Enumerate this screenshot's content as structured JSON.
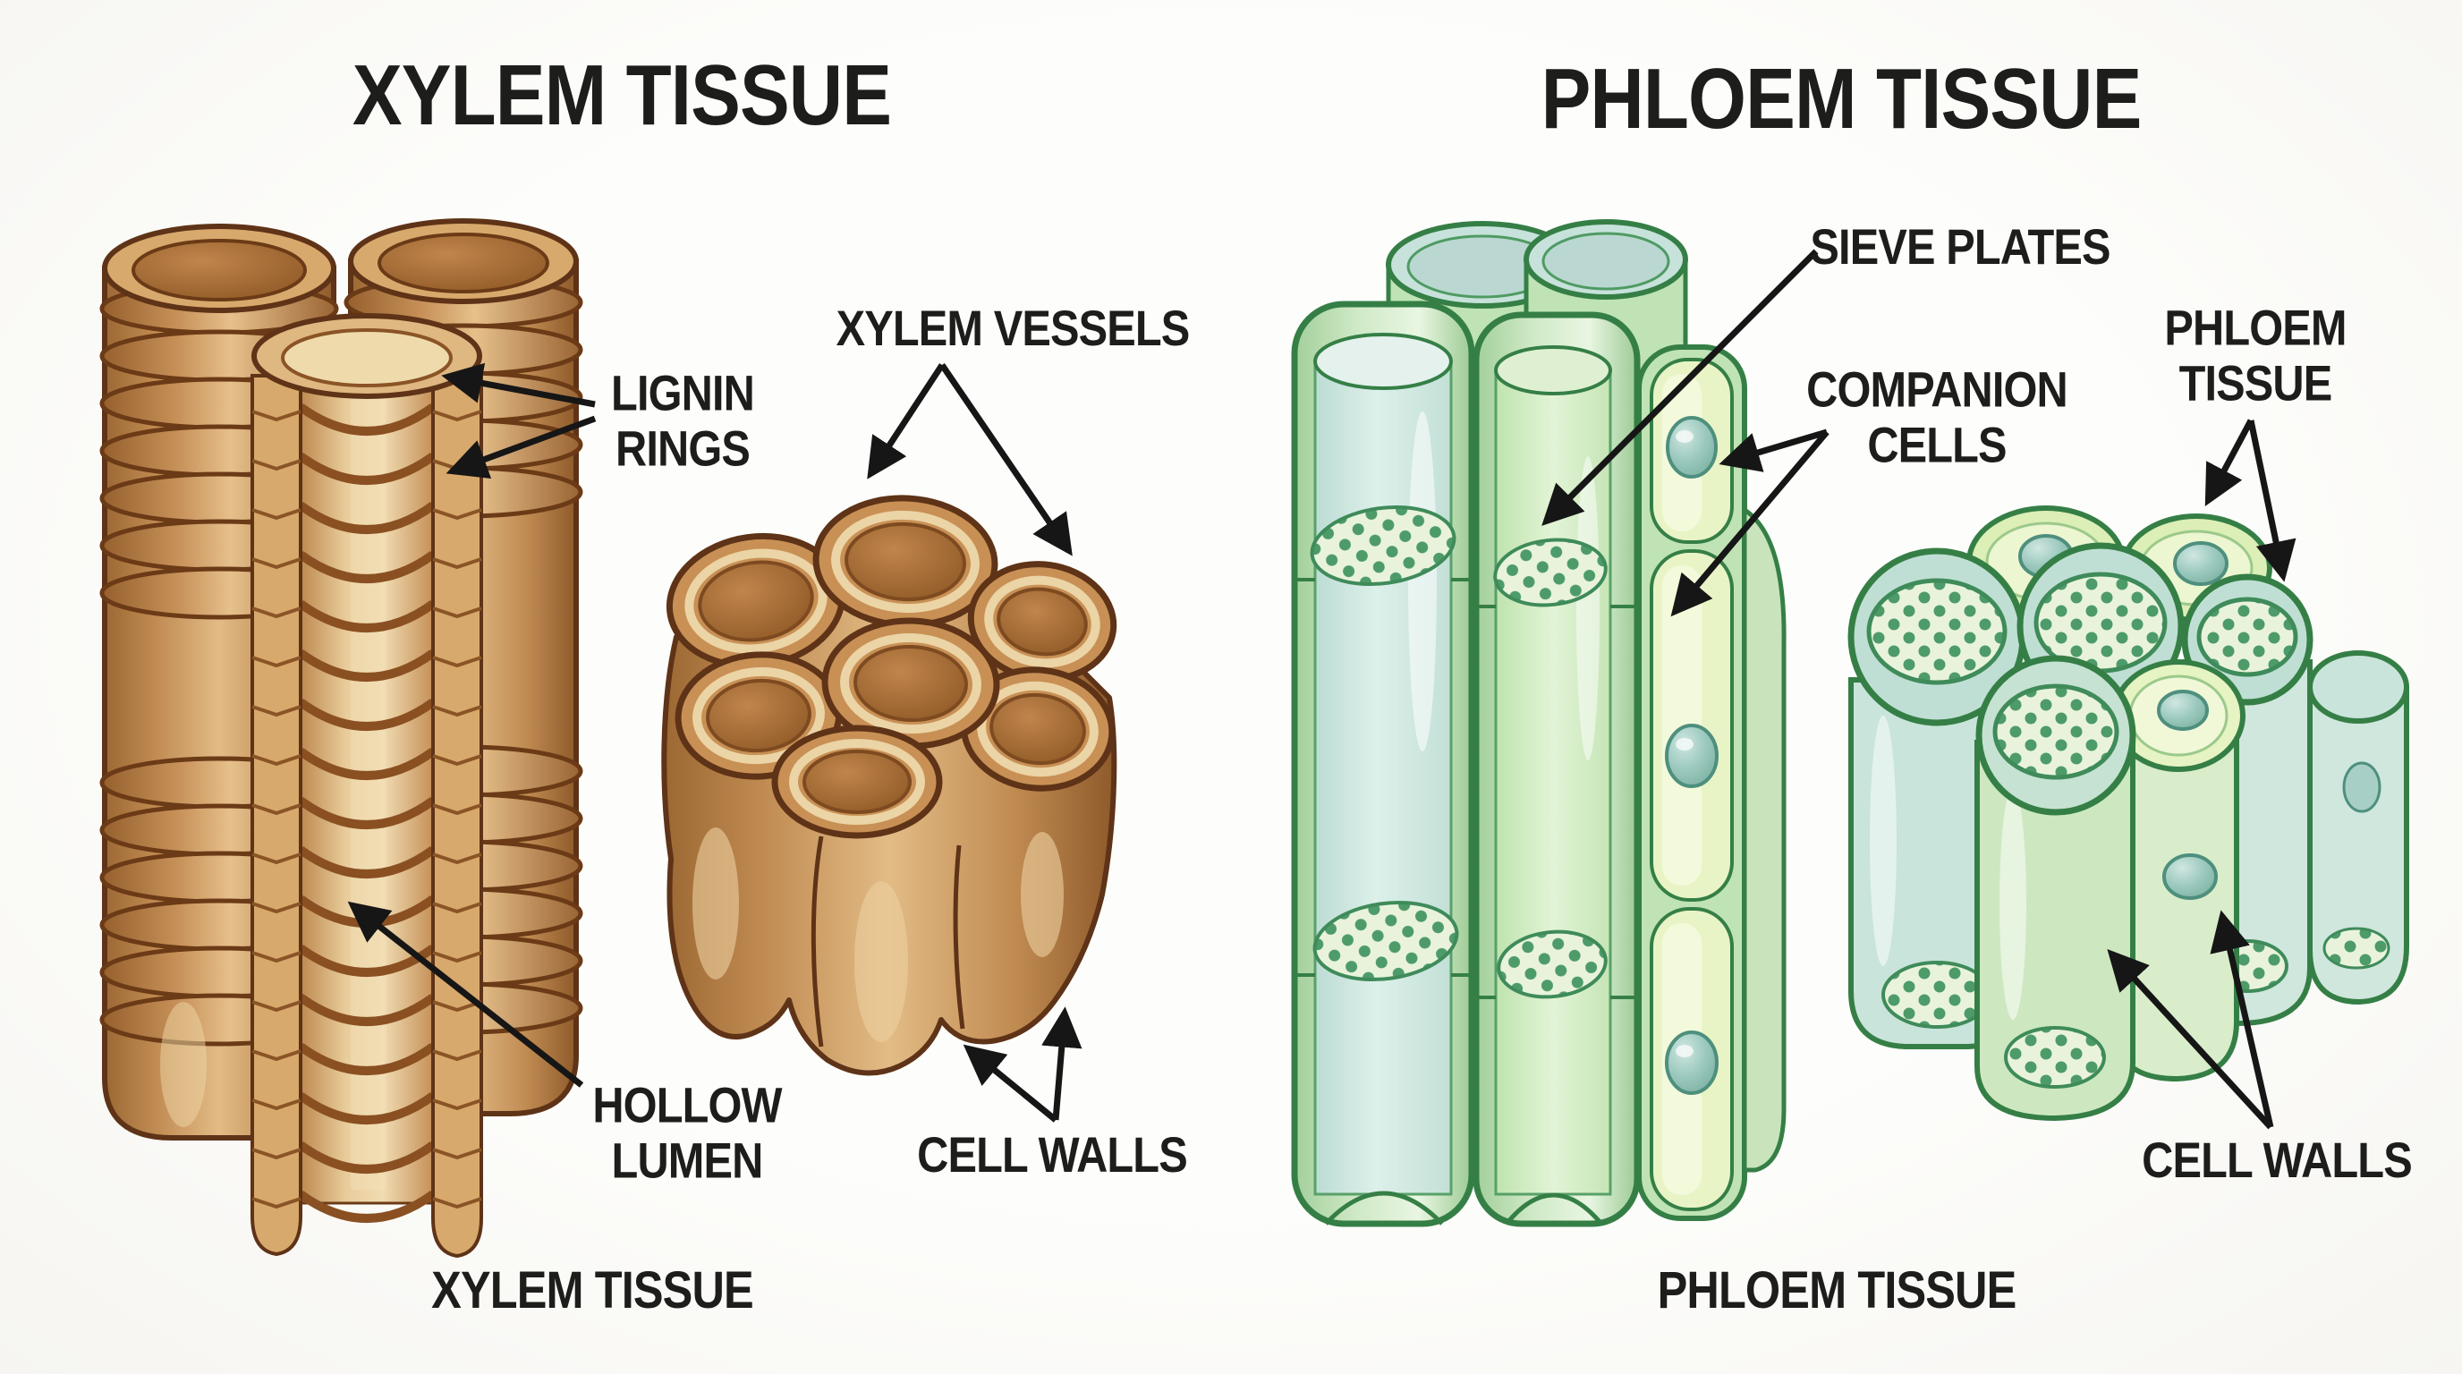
{
  "titles": {
    "xylem": "XYLEM TISSUE",
    "phloem": "PHLOEM TISSUE"
  },
  "labels": {
    "lignin_rings_line1": "LIGNIN",
    "lignin_rings_line2": "RINGS",
    "xylem_vessels": "XYLEM VESSELS",
    "hollow_lumen_line1": "HOLLOW",
    "hollow_lumen_line2": "LUMEN",
    "cell_walls_left": "CELL WALLS",
    "sieve_plates": "SIEVE PLATES",
    "companion_cells_line1": "COMPANION",
    "companion_cells_line2": "CELLS",
    "phloem_tissue_line1": "PHLOEM",
    "phloem_tissue_line2": "TISSUE",
    "cell_walls_right": "CELL WALLS"
  },
  "captions": {
    "xylem": "XYLEM TISSUE",
    "phloem": "PHLOEM TISSUE"
  },
  "colors": {
    "background": "#fbfaf7",
    "text": "#1d1d1b",
    "arrow": "#161616",
    "xylem_wall": "#c08b52",
    "xylem_wall_light": "#e6c08b",
    "xylem_outline": "#5e3317",
    "xylem_ring_shadow": "#8a5426",
    "xylem_lumen": "#9a6434",
    "xylem_cream_ring": "#ebd4a6",
    "phloem_wall": "#bfe3b4",
    "phloem_outline": "#357f46",
    "phloem_interior_blue": "#d2e9e1",
    "phloem_interior_green": "#d7eecb",
    "companion_cell_fill": "#e9f4c6",
    "nucleus": "#9cc9be",
    "sieve_plate_fill": "#e9f3dc",
    "sieve_dot": "#4e9b6a"
  }
}
